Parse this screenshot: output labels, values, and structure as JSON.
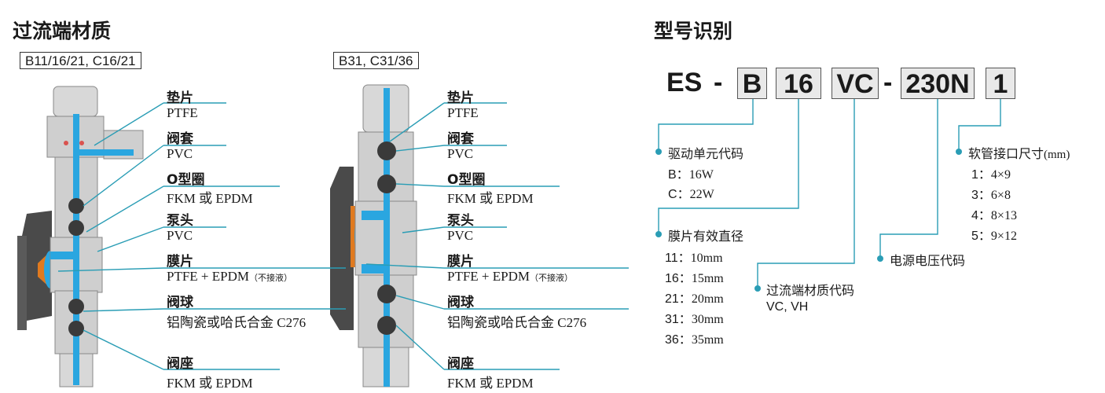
{
  "left": {
    "title": "过流端材质",
    "variant1": "B11/16/21, C16/21",
    "variant2": "B31, C31/36",
    "parts": [
      {
        "name": "垫片",
        "material": "PTFE"
      },
      {
        "name": "阀套",
        "material": "PVC"
      },
      {
        "name": "O型圈",
        "material": "FKM 或 EPDM"
      },
      {
        "name": "泵头",
        "material": "PVC"
      },
      {
        "name": "膜片",
        "material": "PTFE + EPDM",
        "note": "（不接液）"
      },
      {
        "name": "阀球",
        "material": "铝陶瓷或哈氏合金 C276"
      },
      {
        "name": "阀座",
        "material": "FKM 或 EPDM"
      }
    ]
  },
  "right": {
    "title": "型号识别",
    "code": {
      "prefix": "ES",
      "dash1": "-",
      "drive": "B",
      "diameter": "16",
      "material": "VC",
      "dash2": "-",
      "voltage": "230N",
      "hose": "1"
    },
    "drive_unit": {
      "label": "驱动单元代码",
      "items": [
        {
          "key": "B",
          "value": "16W"
        },
        {
          "key": "C",
          "value": "22W"
        }
      ]
    },
    "membrane": {
      "label": "膜片有效直径",
      "items": [
        {
          "key": "11",
          "value": "10mm"
        },
        {
          "key": "16",
          "value": "15mm"
        },
        {
          "key": "21",
          "value": "20mm"
        },
        {
          "key": "31",
          "value": "30mm"
        },
        {
          "key": "36",
          "value": "35mm"
        }
      ]
    },
    "wetted": {
      "label": "过流端材质代码",
      "value": "VC, VH"
    },
    "voltage": {
      "label": "电源电压代码"
    },
    "hose": {
      "label": "软管接口尺寸",
      "unit": "(mm)",
      "items": [
        {
          "key": "1",
          "value": "4×9"
        },
        {
          "key": "3",
          "value": "6×8"
        },
        {
          "key": "4",
          "value": "8×13"
        },
        {
          "key": "5",
          "value": "9×12"
        }
      ]
    },
    "separator": "："
  },
  "colors": {
    "accent": "#2a9db5",
    "fluid": "#2aa6e0",
    "body": "#cfcfcf",
    "dark": "#4a4a4a",
    "orange": "#e07a1f"
  }
}
